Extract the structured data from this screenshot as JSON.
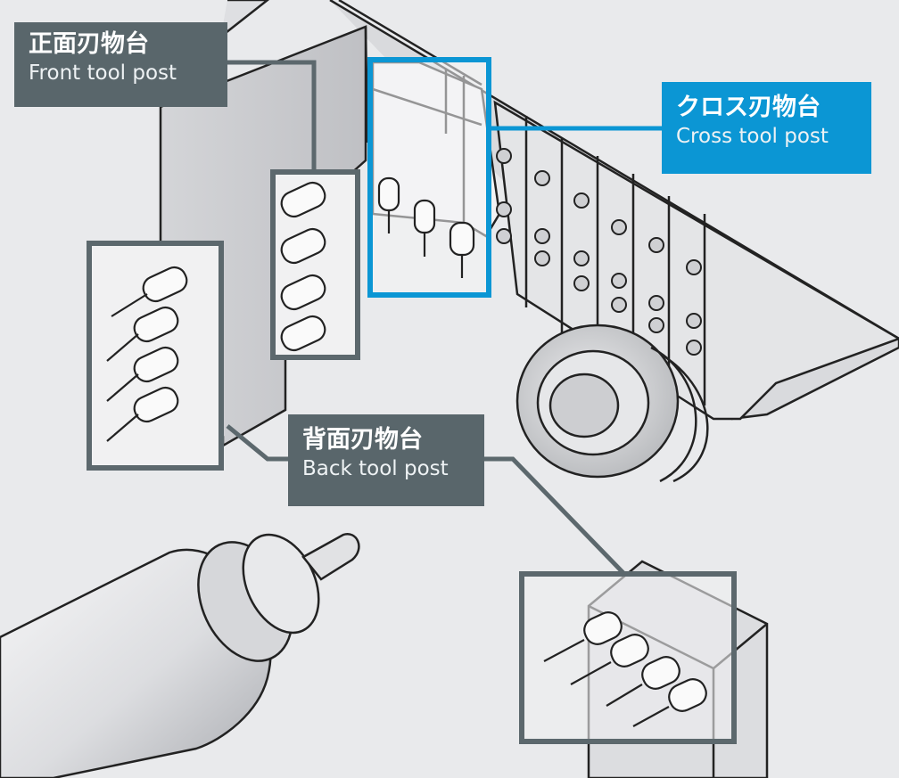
{
  "labels": {
    "front": {
      "jp": "正面刃物台",
      "en": "Front tool post"
    },
    "cross": {
      "jp": "クロス刃物台",
      "en": "Cross tool post"
    },
    "back": {
      "jp": "背面刃物台",
      "en": "Back tool post"
    }
  },
  "colors": {
    "background": "#e9eaec",
    "label_gray": "#59666b",
    "label_blue": "#0b96d4",
    "frame_gray": "#5c686d",
    "frame_blue": "#0b96d4"
  }
}
